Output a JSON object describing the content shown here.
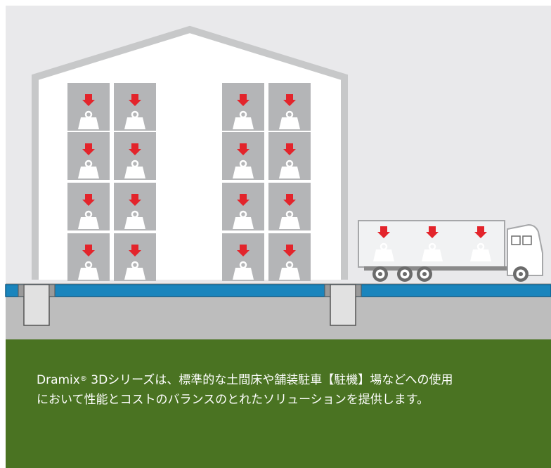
{
  "caption": {
    "brand": "Dramix",
    "registered": "®",
    "line1_rest": " 3Dシリーズは、標準的な土間床や舗装駐車【駐機】場などへの使用",
    "line2": "において性能とコストのバランスのとれたソリューションを提供します。"
  },
  "colors": {
    "sky": "#e9e9eb",
    "building_outline": "#c7c8c9",
    "rack_cell": "#b4b5b7",
    "ground": "#bdbdbd",
    "slab": "#1a85bd",
    "arrow": "#e3242b",
    "caption_band": "#4a7322"
  },
  "icons": [
    "load-arrow-icon",
    "weight-icon",
    "wheel-icon"
  ]
}
